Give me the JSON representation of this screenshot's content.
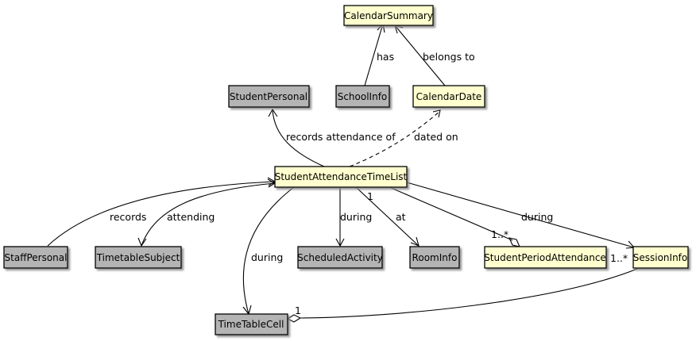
{
  "colors": {
    "highlight_fill": "#fefece",
    "gray_fill": "#b4b4b4",
    "border": "#000000",
    "shadow": "#8a8a8a"
  },
  "nodes": {
    "calendar_summary": "CalendarSummary",
    "school_info": "SchoolInfo",
    "calendar_date": "CalendarDate",
    "student_personal": "StudentPersonal",
    "student_attendance_time_list": "StudentAttendanceTimeList",
    "staff_personal": "StaffPersonal",
    "timetable_subject": "TimetableSubject",
    "scheduled_activity": "ScheduledActivity",
    "room_info": "RoomInfo",
    "student_period_attendance": "StudentPeriodAttendance",
    "session_info": "SessionInfo",
    "time_table_cell": "TimeTableCell"
  },
  "edge_labels": {
    "has": "has",
    "belongs_to": "belongs to",
    "records_attendance_of": "records attendance of",
    "dated_on": "dated on",
    "records": "records",
    "attending": "attending",
    "during_time_table_cell": "during",
    "during_scheduled_activity": "during",
    "at": "at",
    "during_session_info": "during"
  },
  "multiplicities": {
    "room_info_one": "1",
    "student_period_attendance_many": "1..*",
    "session_info_many": "1..*",
    "time_table_cell_one": "1"
  }
}
